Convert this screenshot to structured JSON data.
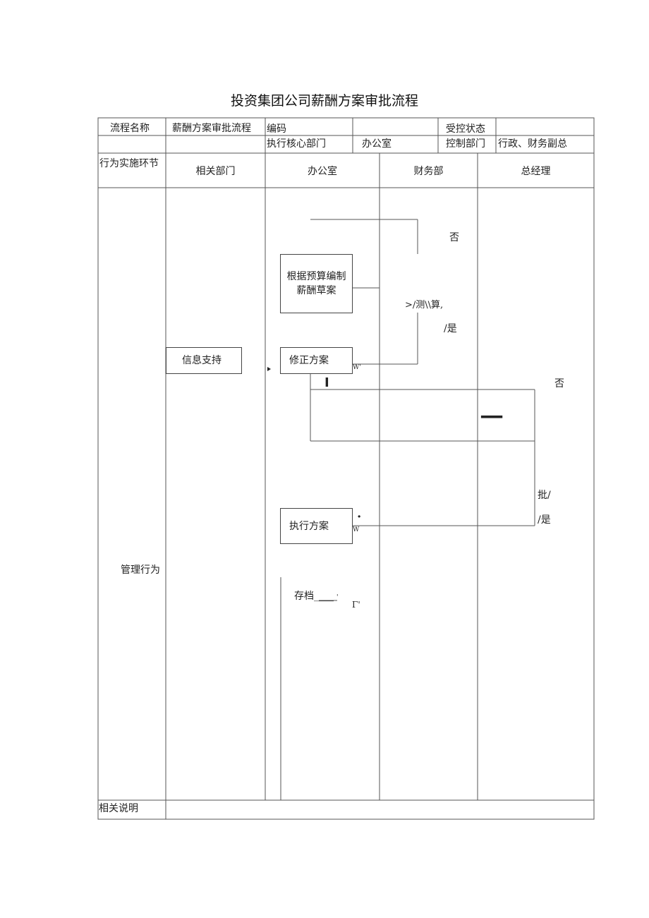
{
  "title": "投资集团公司薪酬方案审批流程",
  "header": {
    "process_name_label": "流程名称",
    "process_name_value": "薪酬方案审批流程",
    "code_label": "编码",
    "code_value": "",
    "control_status_label": "受控状态",
    "control_status_value": "",
    "exec_dept_label": "执行核心部门",
    "exec_dept_value": "办公室",
    "control_dept_label": "控制部门",
    "control_dept_value": "行政、财务副总"
  },
  "columns": {
    "stage": "行为实施环节",
    "related": "相关部门",
    "office": "办公室",
    "finance": "财务部",
    "gm": "总经理"
  },
  "row_label": "管理行为",
  "nodes": {
    "draft": "根据预算编制薪酬草案",
    "info": "信息支持",
    "revise": "修正方案",
    "execute": "执行方案",
    "archive": "存档____"
  },
  "annotations": {
    "no1": "否",
    "finance_check": ">/测\\\\算,",
    "yes1": "/是",
    "no2": "否",
    "approve": "批/",
    "yes2": "/是",
    "w1": "W'",
    "w2": "W",
    "dot": "·",
    "gamma": "Γ'",
    "bar": "I",
    "dash": "一",
    "comma": "'"
  },
  "footer_label": "相关说明",
  "footer_value": ""
}
